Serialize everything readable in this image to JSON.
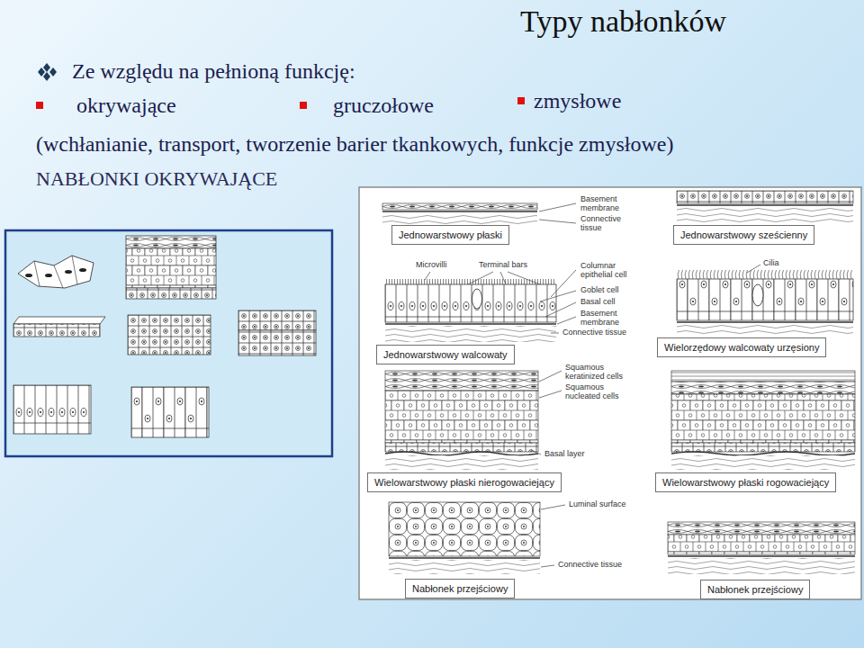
{
  "diagram": {
    "title": "Typy nabłonków",
    "nodes": [
      {
        "text": [
          "Jednowarstwowy płaski"
        ]
      },
      {
        "text": [
          "Jednowarstwowy sześcienny"
        ]
      },
      {
        "text": [
          "Jednowarstwowy walcowaty"
        ]
      },
      {
        "text": [
          "Wielorzędowy walcowaty urzęsiony"
        ]
      },
      {
        "text": [
          "Wielowarstwowy płaski nierogowaciejący"
        ]
      },
      {
        "text": [
          "Wielowarstwowy płaski rogowaciejący"
        ]
      },
      {
        "text": [
          "Nabłonek przejściowy"
        ]
      },
      {
        "text": [
          "Nabłonek przejściowy"
        ]
      }
    ],
    "labels": [
      "Ze względu na pełnioną funkcję:",
      "okrywające",
      "gruczołowe",
      "zmysłowe",
      "(wchłanianie, transport, tworzenie barier tkankowych, funkcje zmysłowe)",
      "NABŁONKI OKRYWAJĄCE",
      "Basement membrane",
      "Connective tissue",
      "Microvilli",
      "Terminal bars",
      "Columnar epithelial cell",
      "Goblet cell",
      "Basal cell",
      "Basement membrane",
      "Connective tissue",
      "Cilia",
      "Squamous keratinized cells",
      "Squamous nucleated cells",
      "Basal layer",
      "Luminal surface",
      "Connective tissue"
    ]
  }
}
